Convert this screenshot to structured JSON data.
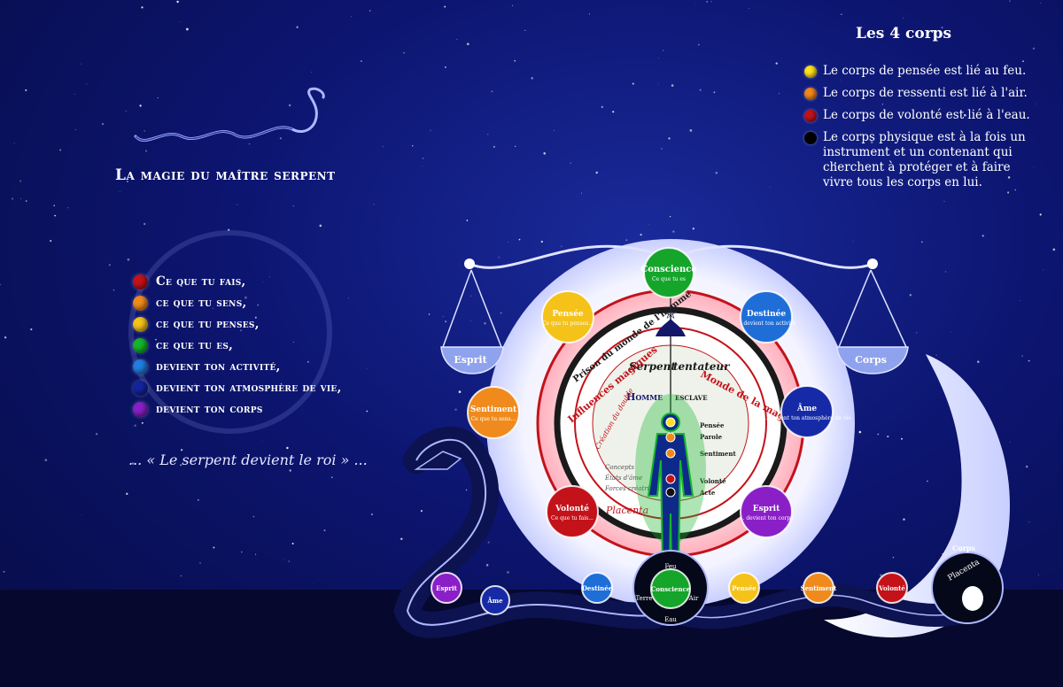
{
  "title_main": "La magie du maître serpent",
  "quote": "... « Le serpent devient le roi » ...",
  "legend": [
    {
      "label": "Ce que tu fais,",
      "color": "#c4121a"
    },
    {
      "label": "ce que tu sens,",
      "color": "#f08a1c"
    },
    {
      "label": "ce que tu penses,",
      "color": "#f5c21a"
    },
    {
      "label": "ce que tu es,",
      "color": "#14b52a"
    },
    {
      "label": "devient ton activité,",
      "color": "#1f7ee0"
    },
    {
      "label": "devient ton atmosphère de vie,",
      "color": "#14249c"
    },
    {
      "label": "devient ton corps",
      "color": "#8a1fc8"
    }
  ],
  "corps": {
    "title": "Les 4 corps",
    "items": [
      {
        "text": "Le corps de pensée est lié au feu.",
        "color": "#ffe21a"
      },
      {
        "text": "Le corps de ressenti est lié à l'air.",
        "color": "#f5871a"
      },
      {
        "text": "Le corps de volonté est lié à l'eau.",
        "color": "#c4121a"
      },
      {
        "text": "Le corps physique est à la fois un instrument et un contenant qui cherchent à protéger et à faire vivre tous les corps en lui.",
        "color": "#000000"
      }
    ]
  },
  "diagram": {
    "scale_left": "Esprit",
    "scale_right": "Corps",
    "center_top": {
      "title": "Conscience",
      "sub": "Ce que tu es",
      "color": "#14a52a"
    },
    "orbit": [
      {
        "title": "Pensée",
        "sub": "Ce que tu penses...",
        "color": "#f5c21a"
      },
      {
        "title": "Destinée",
        "sub": "... devient ton activité",
        "color": "#1f6ed8"
      },
      {
        "title": "Sentiment",
        "sub": "Ce que tu sens...",
        "color": "#f08a1c"
      },
      {
        "title": "Âme",
        "sub": "... devient ton atmosphère de vie",
        "color": "#162aa8"
      },
      {
        "title": "Volonté",
        "sub": "Ce que tu fais...",
        "color": "#c4121a"
      },
      {
        "title": "Esprit",
        "sub": "... devient ton corps",
        "color": "#8a1fc8"
      }
    ],
    "ring_labels": {
      "prison": "Prison du monde de l'homme",
      "serpent": "Serpent",
      "tentateur": "tentateur",
      "influences": "Influences magiques",
      "monde_magie": "Monde de la magie",
      "homme": "Homme",
      "esclave": "esclave",
      "creation": "Création du double",
      "placenta": "Placenta"
    },
    "inner_left": [
      "Concepts",
      "États d'âme",
      "Forces créatrices"
    ],
    "body_labels": [
      "Pensée",
      "Parole",
      "Sentiment",
      "Volonté",
      "Acte"
    ],
    "bottom_row": [
      {
        "title": "Esprit",
        "color": "#8a1fc8"
      },
      {
        "title": "Âme",
        "color": "#162aa8"
      },
      {
        "title": "Destinée",
        "color": "#1f6ed8"
      },
      {
        "title": "Conscience",
        "color": "#14a52a"
      },
      {
        "title": "Pensée",
        "color": "#f5c21a"
      },
      {
        "title": "Sentiment",
        "color": "#f08a1c"
      },
      {
        "title": "Volonté",
        "color": "#c4121a"
      }
    ],
    "elements": {
      "top": "Feu",
      "left": "Terre",
      "right": "Air",
      "bottom": "Eau"
    },
    "corps_label": "Corps",
    "placenta_label": "Placenta"
  }
}
